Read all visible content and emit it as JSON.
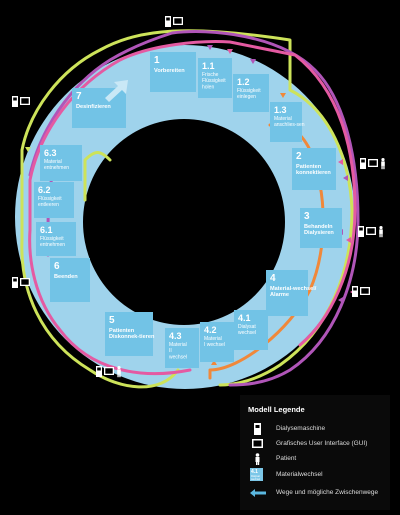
{
  "colors": {
    "ring": "#9fd3ec",
    "box": "#72c3e6",
    "background": "#000000",
    "path_yellow": "#cde35a",
    "path_orange": "#f0883a",
    "path_purple": "#b055b8",
    "path_pink": "#e45aa2",
    "arrow": "#5bb8e0"
  },
  "steps": [
    {
      "id": "s1",
      "number": "1",
      "label": "Vorbereiten"
    },
    {
      "id": "s11",
      "number": "1.1",
      "label": "Frische Flüssigkeit holen"
    },
    {
      "id": "s12",
      "number": "1.2",
      "label": "Flüssigkeit einlegen"
    },
    {
      "id": "s13",
      "number": "1.3",
      "label": "Material anschlies-sen"
    },
    {
      "id": "s2",
      "number": "2",
      "label": "Patienten konnektieren"
    },
    {
      "id": "s3",
      "number": "3",
      "label": "Behandeln Dialysieren"
    },
    {
      "id": "s4",
      "number": "4",
      "label": "Material-wechsel/ Alarme"
    },
    {
      "id": "s41",
      "number": "4.1",
      "label": "Dialysat wechsel"
    },
    {
      "id": "s42",
      "number": "4.2",
      "label": "Material I wechsel"
    },
    {
      "id": "s43",
      "number": "4.3",
      "label": "Material II wechsel"
    },
    {
      "id": "s5",
      "number": "5",
      "label": "Patienten Diskonnek-tieren"
    },
    {
      "id": "s6",
      "number": "6",
      "label": "Beenden"
    },
    {
      "id": "s61",
      "number": "6.1",
      "label": "Flüssigkeit entnehmen"
    },
    {
      "id": "s62",
      "number": "6.2",
      "label": "Flüssigkeit entleeren"
    },
    {
      "id": "s63",
      "number": "6.3",
      "label": "Material entnehmen"
    },
    {
      "id": "s7",
      "number": "7",
      "label": "Desinfizieren"
    }
  ],
  "legend": {
    "title": "Modell Legende",
    "items": [
      {
        "icon": "dialysis-machine-icon",
        "label": "Dialysemaschine"
      },
      {
        "icon": "gui-screen-icon",
        "label": "Grafisches User Interface (GUI)"
      },
      {
        "icon": "patient-icon",
        "label": "Patient"
      },
      {
        "icon": "material-change-box-icon",
        "label": "Materialwechsel",
        "box_number": "4.1",
        "box_text": "Dialysat wechsel"
      },
      {
        "icon": "path-arrow-icon",
        "label": "Wege und mögliche Zwischenwege"
      }
    ]
  },
  "actors": [
    {
      "step": "top",
      "icons": [
        "dialysis-machine-icon",
        "gui-screen-icon"
      ]
    },
    {
      "step": "7",
      "icons": [
        "dialysis-machine-icon",
        "gui-screen-icon"
      ]
    },
    {
      "step": "2",
      "icons": [
        "dialysis-machine-icon",
        "gui-screen-icon",
        "patient-icon"
      ]
    },
    {
      "step": "3",
      "icons": [
        "dialysis-machine-icon",
        "gui-screen-icon",
        "patient-icon"
      ]
    },
    {
      "step": "4",
      "icons": [
        "dialysis-machine-icon",
        "gui-screen-icon"
      ]
    },
    {
      "step": "5",
      "icons": [
        "dialysis-machine-icon",
        "gui-screen-icon",
        "patient-icon"
      ]
    },
    {
      "step": "6",
      "icons": [
        "dialysis-machine-icon",
        "gui-screen-icon"
      ]
    }
  ]
}
